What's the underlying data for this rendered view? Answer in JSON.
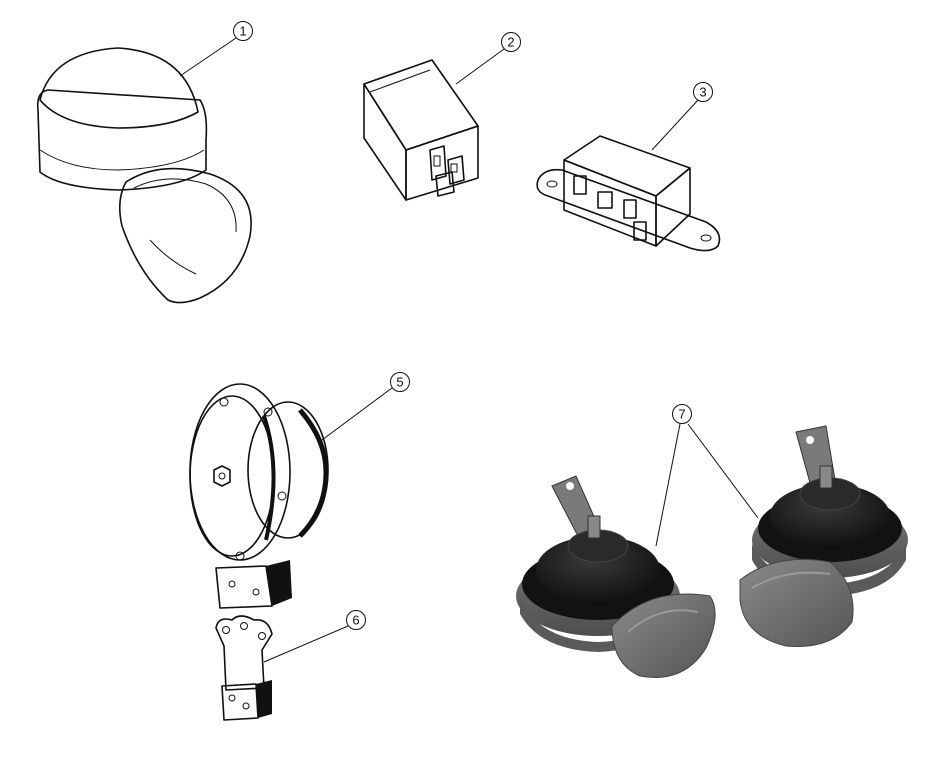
{
  "diagram": {
    "callouts": [
      {
        "id": "1",
        "label": "1"
      },
      {
        "id": "2",
        "label": "2"
      },
      {
        "id": "3",
        "label": "3"
      },
      {
        "id": "5",
        "label": "5"
      },
      {
        "id": "6",
        "label": "6"
      },
      {
        "id": "7",
        "label": "7"
      }
    ],
    "parts": [
      {
        "callout": "1",
        "icon": "trumpet-horn-icon"
      },
      {
        "callout": "2",
        "icon": "relay-icon"
      },
      {
        "callout": "3",
        "icon": "horn-relay-bracket-icon"
      },
      {
        "callout": "5",
        "icon": "disc-horn-icon"
      },
      {
        "callout": "6",
        "icon": "horn-mounting-bracket-icon"
      },
      {
        "callout": "7",
        "icon": "modern-horn-pair-icon"
      }
    ],
    "colors": {
      "ink": "#111111",
      "background": "#ffffff",
      "rubber_dark": "#1c1c1c",
      "rubber_grey": "#6b6b6b"
    }
  }
}
